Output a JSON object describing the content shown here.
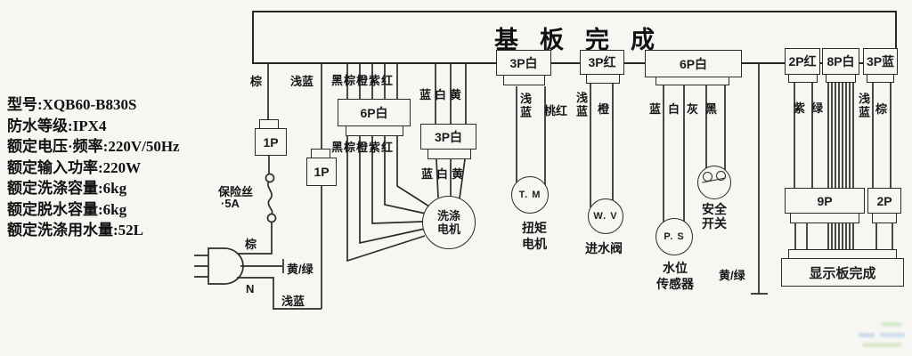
{
  "specs": {
    "lines": [
      "型号:XQB60-B830S",
      "防水等级:IPX4",
      "额定电压·频率:220V/50Hz",
      "额定输入功率:220W",
      "额定洗涤容量:6kg",
      "额定脱水容量:6kg",
      "额定洗涤用水量:52L"
    ]
  },
  "board": {
    "title": "基板完成"
  },
  "display_board": {
    "label": "显示板完成"
  },
  "connectors": {
    "p1a": "1P",
    "p1b": "1P",
    "p6w1": "6P白",
    "p3w1": "3P白",
    "p3w2": "3P白",
    "p3r": "3P红",
    "p6w2": "6P白",
    "p2r": "2P红",
    "p8w": "8P白",
    "p3b": "3P蓝",
    "p9": "9P",
    "p2": "2P"
  },
  "components": {
    "motor": {
      "line1": "洗涤",
      "line2": "电机"
    },
    "tm": {
      "abbr": "T. M",
      "name1": "扭矩",
      "name2": "电机"
    },
    "wv": {
      "abbr": "W. V",
      "name": "进水阀"
    },
    "ps": {
      "abbr": "P. S",
      "name1": "水位",
      "name2": "传感器"
    },
    "safety": {
      "name1": "安全",
      "name2": "开关"
    }
  },
  "wires": {
    "brown_top": "棕",
    "lightblue_top": "浅蓝",
    "five_colors_1": "黑棕橙紫红",
    "bwy_1": "蓝白黄",
    "five_colors_2": "黑棕橙紫红",
    "bwy_2": "蓝白黄",
    "lightblue_tm": "浅蓝",
    "pink": "桃红",
    "lightblue_wv": "浅蓝",
    "orange": "橙",
    "blue_white_grey_black": "蓝白灰黑",
    "purple_green": "紫绿",
    "lightblue_right": "浅蓝",
    "brown_right": "棕",
    "brown_plug": "棕",
    "neutral": "N",
    "lightblue_plug": "浅蓝",
    "yellow_green_left": "黄/绿",
    "yellow_green_right": "黄/绿"
  },
  "fuse": {
    "label": "保险丝",
    "rating": "·5A"
  },
  "colors": {
    "line": "#2b2b2b",
    "paper": "#f6f6f3",
    "ink": "#161616"
  }
}
